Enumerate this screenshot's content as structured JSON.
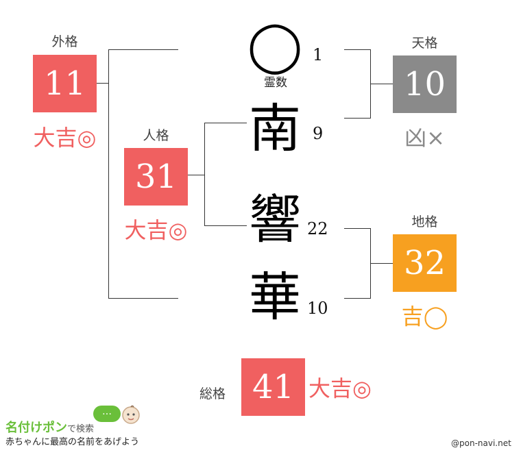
{
  "name": {
    "reigen_label": "霊数",
    "rows": [
      {
        "char": "◯",
        "strokes": "1"
      },
      {
        "char": "南",
        "strokes": "9"
      },
      {
        "char": "響",
        "strokes": "22"
      },
      {
        "char": "華",
        "strokes": "10"
      }
    ]
  },
  "kakusu": {
    "gaikaku": {
      "label": "外格",
      "value": "11",
      "fortune": "大吉◎",
      "color": "#f06060"
    },
    "jinkaku": {
      "label": "人格",
      "value": "31",
      "fortune": "大吉◎",
      "color": "#f06060"
    },
    "tenkaku": {
      "label": "天格",
      "value": "10",
      "fortune": "凶×",
      "color": "#8a8a8a"
    },
    "chikaku": {
      "label": "地格",
      "value": "32",
      "fortune": "吉◯",
      "color": "#f7a020"
    },
    "soukaku": {
      "label": "総格",
      "value": "41",
      "fortune": "大吉◎",
      "color": "#f06060"
    }
  },
  "footer": {
    "logo_title": "名付けポン",
    "logo_subtitle": "で検索",
    "bubble_text": "…",
    "tagline": "赤ちゃんに最高の名前をあげよう",
    "credit": "@pon-navi.net"
  }
}
